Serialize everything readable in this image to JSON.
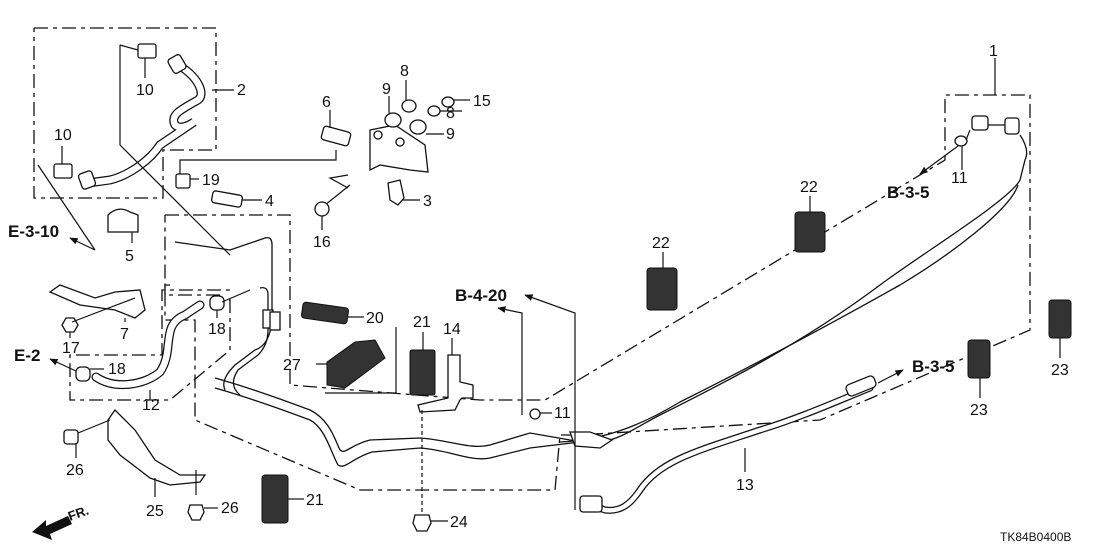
{
  "diagram": {
    "code": "TK84B0400B",
    "front_label": "FR.",
    "callouts": {
      "p1": "1",
      "p2": "2",
      "p3": "3",
      "p4": "4",
      "p5": "5",
      "p6": "6",
      "p7": "7",
      "p8a": "8",
      "p8b": "8",
      "p9a": "9",
      "p9b": "9",
      "p10a": "10",
      "p10b": "10",
      "p11a": "11",
      "p11b": "11",
      "p12": "12",
      "p13": "13",
      "p14": "14",
      "p15": "15",
      "p16": "16",
      "p17": "17",
      "p18a": "18",
      "p18b": "18",
      "p19": "19",
      "p20": "20",
      "p21a": "21",
      "p21b": "21",
      "p22a": "22",
      "p22b": "22",
      "p23a": "23",
      "p23b": "23",
      "p24": "24",
      "p25": "25",
      "p26a": "26",
      "p26b": "26",
      "p27": "27"
    },
    "references": {
      "e310": "E-3-10",
      "e2": "E-2",
      "b420": "B-4-20",
      "b35a": "B-3-5",
      "b35b": "B-3-5"
    }
  }
}
